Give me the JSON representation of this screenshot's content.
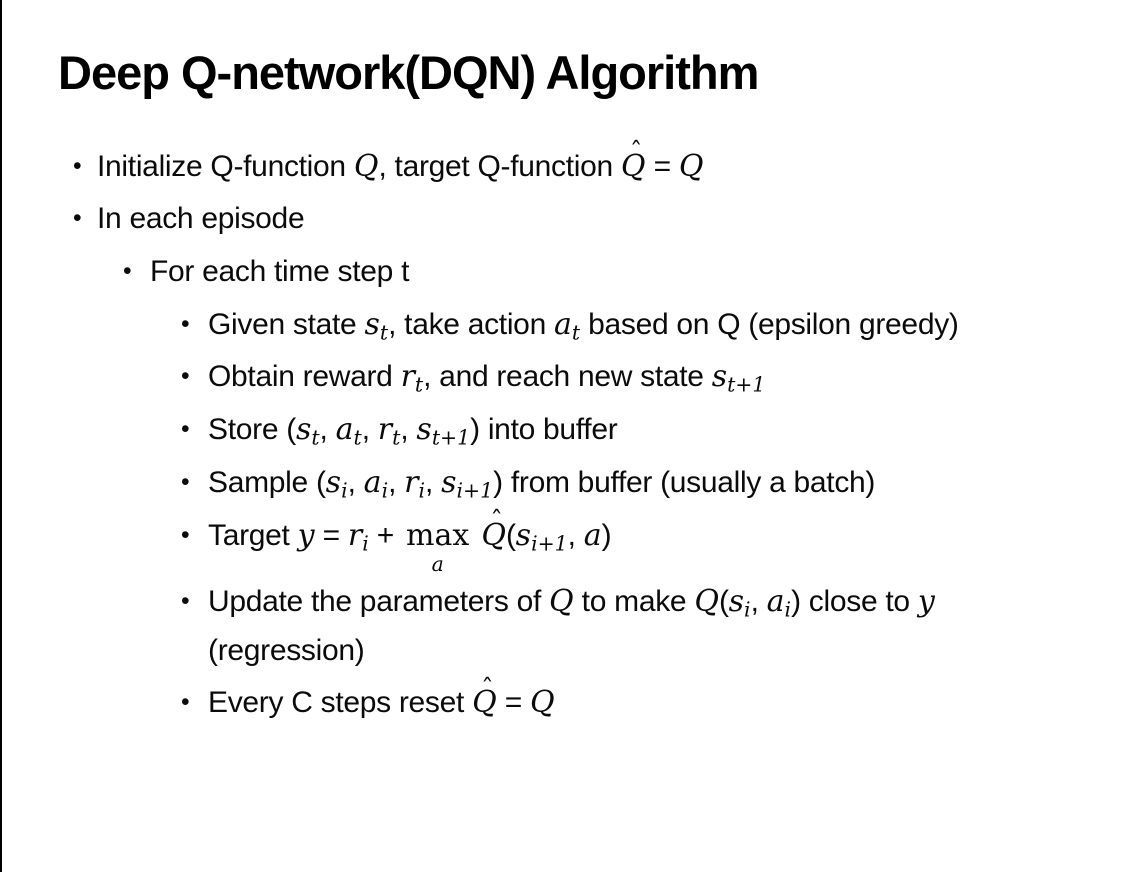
{
  "slide": {
    "title": "Deep Q-network(DQN) Algorithm",
    "background_color": "#ffffff",
    "text_color": "#0b0b0b",
    "left_edge_line_color": "#000000",
    "bullet_glyph": "•",
    "bullets": [
      {
        "level": 1,
        "runs": [
          {
            "k": "t",
            "v": "Initialize Q-function "
          },
          {
            "k": "m",
            "v": "Q"
          },
          {
            "k": "t",
            "v": ", target Q-function "
          },
          {
            "k": "hat",
            "v": "Q"
          },
          {
            "k": "t",
            "v": " = "
          },
          {
            "k": "m",
            "v": "Q"
          }
        ]
      },
      {
        "level": 1,
        "runs": [
          {
            "k": "t",
            "v": "In each episode"
          }
        ]
      },
      {
        "level": 2,
        "runs": [
          {
            "k": "t",
            "v": "For each time step t"
          }
        ]
      },
      {
        "level": 3,
        "runs": [
          {
            "k": "t",
            "v": "Given state "
          },
          {
            "k": "m",
            "v": "s"
          },
          {
            "k": "sub",
            "v": "t"
          },
          {
            "k": "t",
            "v": ", take action "
          },
          {
            "k": "m",
            "v": "a"
          },
          {
            "k": "sub",
            "v": "t"
          },
          {
            "k": "t",
            "v": " based on Q (epsilon greedy)"
          }
        ]
      },
      {
        "level": 3,
        "runs": [
          {
            "k": "t",
            "v": "Obtain reward "
          },
          {
            "k": "m",
            "v": "r"
          },
          {
            "k": "sub",
            "v": "t"
          },
          {
            "k": "t",
            "v": ", and reach new state "
          },
          {
            "k": "m",
            "v": "s"
          },
          {
            "k": "sub",
            "v": "t+1"
          }
        ]
      },
      {
        "level": 3,
        "runs": [
          {
            "k": "t",
            "v": "Store ("
          },
          {
            "k": "m",
            "v": "s"
          },
          {
            "k": "sub",
            "v": "t"
          },
          {
            "k": "t",
            "v": ", "
          },
          {
            "k": "m",
            "v": "a"
          },
          {
            "k": "sub",
            "v": "t"
          },
          {
            "k": "t",
            "v": ", "
          },
          {
            "k": "m",
            "v": "r"
          },
          {
            "k": "sub",
            "v": "t"
          },
          {
            "k": "t",
            "v": ", "
          },
          {
            "k": "m",
            "v": "s"
          },
          {
            "k": "sub",
            "v": "t+1"
          },
          {
            "k": "t",
            "v": ") into buffer"
          }
        ]
      },
      {
        "level": 3,
        "runs": [
          {
            "k": "t",
            "v": "Sample ("
          },
          {
            "k": "m",
            "v": "s"
          },
          {
            "k": "sub",
            "v": "i"
          },
          {
            "k": "t",
            "v": ", "
          },
          {
            "k": "m",
            "v": "a"
          },
          {
            "k": "sub",
            "v": "i"
          },
          {
            "k": "t",
            "v": ", "
          },
          {
            "k": "m",
            "v": "r"
          },
          {
            "k": "sub",
            "v": "i"
          },
          {
            "k": "t",
            "v": ", "
          },
          {
            "k": "m",
            "v": "s"
          },
          {
            "k": "sub",
            "v": "i+1"
          },
          {
            "k": "t",
            "v": ") from buffer (usually a batch)"
          }
        ]
      },
      {
        "level": 3,
        "runs": [
          {
            "k": "t",
            "v": "Target "
          },
          {
            "k": "m",
            "v": "y"
          },
          {
            "k": "t",
            "v": " = "
          },
          {
            "k": "m",
            "v": "r"
          },
          {
            "k": "sub",
            "v": "i"
          },
          {
            "k": "t",
            "v": " + "
          },
          {
            "k": "mu",
            "base": "max",
            "under": "a"
          },
          {
            "k": "t",
            "v": " "
          },
          {
            "k": "hat",
            "v": "Q"
          },
          {
            "k": "t",
            "v": "("
          },
          {
            "k": "m",
            "v": "s"
          },
          {
            "k": "sub",
            "v": "i+1"
          },
          {
            "k": "t",
            "v": ", "
          },
          {
            "k": "m",
            "v": "a"
          },
          {
            "k": "t",
            "v": ")"
          }
        ]
      },
      {
        "level": 3,
        "runs": [
          {
            "k": "t",
            "v": "Update the parameters of "
          },
          {
            "k": "m",
            "v": "Q"
          },
          {
            "k": "t",
            "v": " to make "
          },
          {
            "k": "m",
            "v": "Q"
          },
          {
            "k": "t",
            "v": "("
          },
          {
            "k": "m",
            "v": "s"
          },
          {
            "k": "sub",
            "v": "i"
          },
          {
            "k": "t",
            "v": ", "
          },
          {
            "k": "m",
            "v": "a"
          },
          {
            "k": "sub",
            "v": "i"
          },
          {
            "k": "t",
            "v": ") close to "
          },
          {
            "k": "m",
            "v": "y"
          },
          {
            "k": "t",
            "v": " (regression)"
          }
        ]
      },
      {
        "level": 3,
        "runs": [
          {
            "k": "t",
            "v": "Every C steps reset "
          },
          {
            "k": "hat",
            "v": "Q"
          },
          {
            "k": "t",
            "v": " = "
          },
          {
            "k": "m",
            "v": "Q"
          }
        ]
      }
    ]
  }
}
